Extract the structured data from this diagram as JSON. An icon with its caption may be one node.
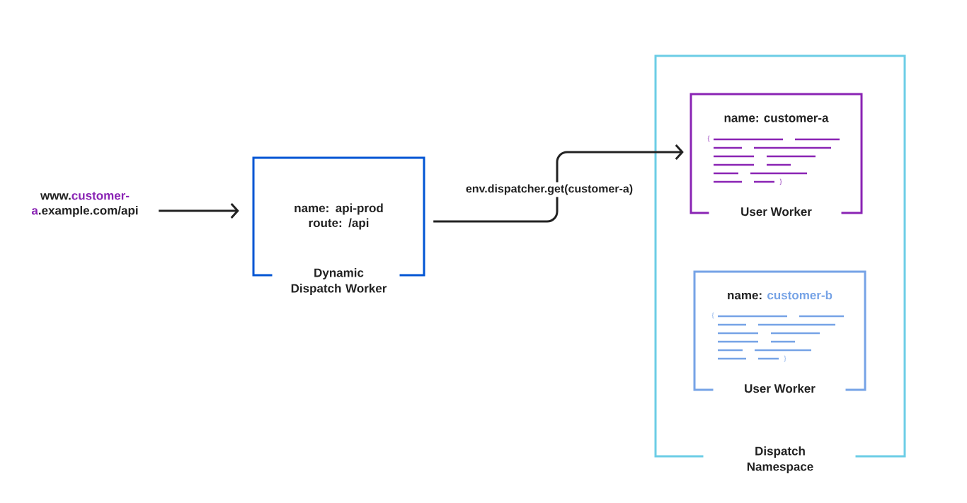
{
  "diagram": {
    "nodes": [
      {
        "text": [
          "www.",
          "customer-a",
          ".example.com/api"
        ]
      },
      {
        "text": [
          "name: api-prod route: /api",
          "Dynamic Dispatch Worker"
        ]
      },
      {
        "text": [
          "Dispatch Namespace"
        ]
      },
      {
        "text": [
          "name: customer-a",
          "User Worker"
        ],
        "in": 2
      },
      {
        "text": [
          "name:",
          "customer-b",
          "User Worker"
        ],
        "in": 2
      }
    ],
    "edges": [
      {
        "from": 0,
        "to": 1,
        "arrow": "to"
      },
      {
        "from": 1,
        "to": 3,
        "arrow": "to",
        "label": "env.dispatcher.get(customer-a)"
      }
    ],
    "labels": [
      "{",
      "}",
      "{",
      "}"
    ]
  }
}
